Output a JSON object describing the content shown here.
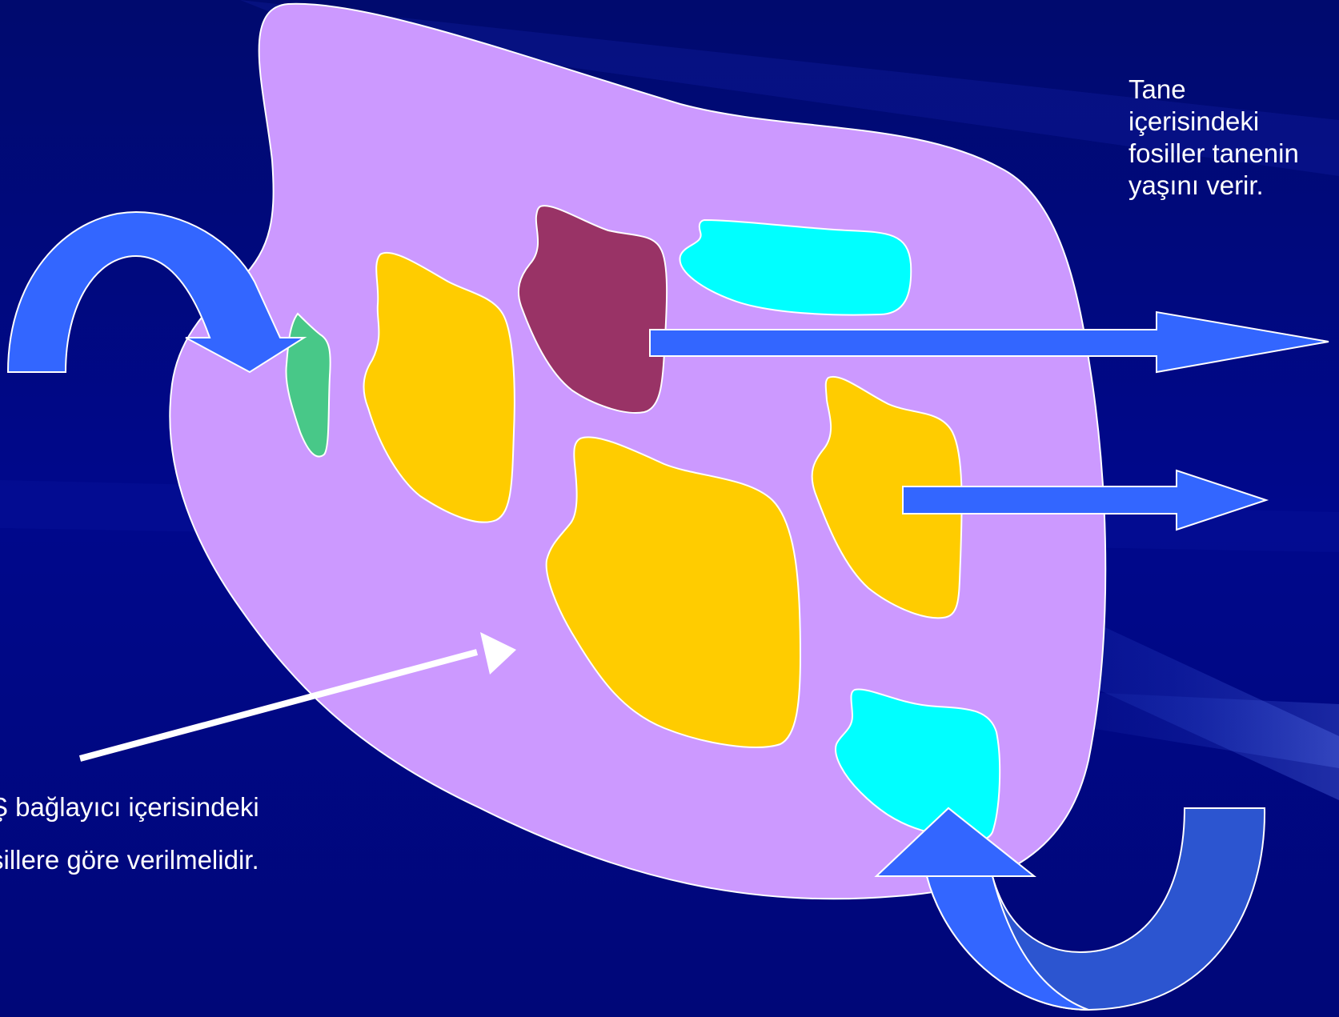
{
  "background": {
    "base_color": "#000080",
    "highlight_color": "#2a4ad8"
  },
  "colors": {
    "matrix": "#cc99ff",
    "fossil_green": "#48c888",
    "fossil_yellow": "#ffcc00",
    "fossil_maroon": "#993366",
    "fossil_cyan": "#00ffff",
    "arrow_blue": "#3366ff",
    "arrow_blue_dark": "#2c55d0",
    "pointer_white": "#ffffff",
    "outline": "#ffffff"
  },
  "captions": {
    "grain_fossils": {
      "line1": "Tane",
      "line2": "içerisindeki",
      "line3": "fosiller tanenin",
      "line4": "yaşını verir."
    },
    "matrix_fossils": {
      "line1": "Ş bağlayıcı içerisindeki",
      "line2": "sillere göre verilmelidir."
    }
  }
}
